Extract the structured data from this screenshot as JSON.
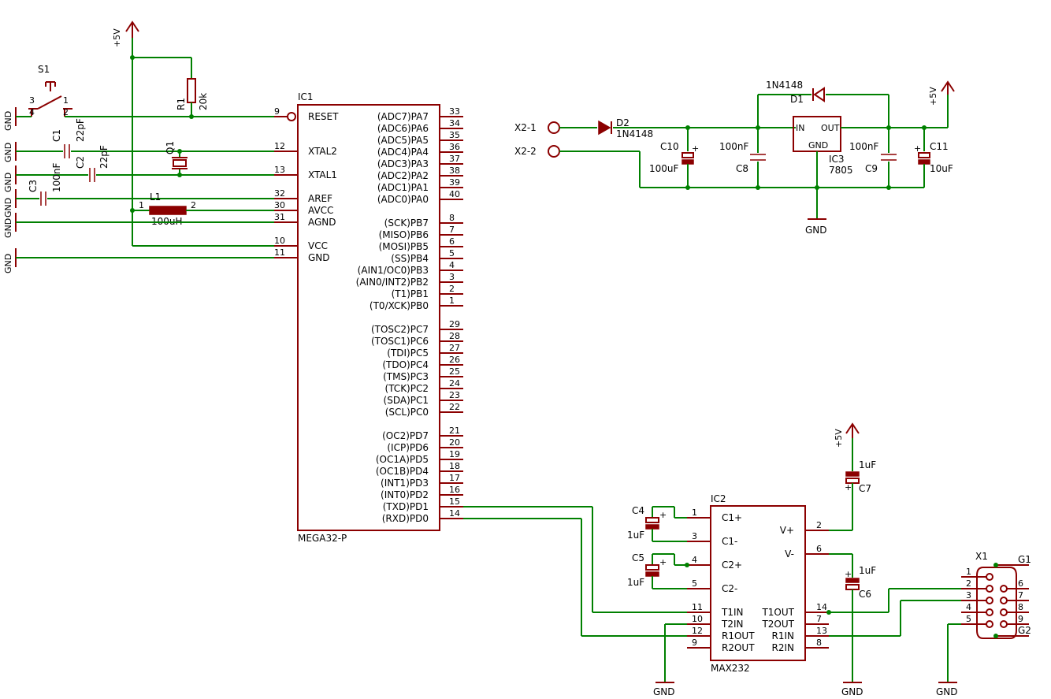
{
  "supply": "+5V",
  "ground": "GND",
  "ic1": {
    "name": "IC1",
    "part": "MEGA32-P",
    "left_pins": [
      {
        "num": "9",
        "label": "RESET"
      },
      {
        "num": "12",
        "label": "XTAL2"
      },
      {
        "num": "13",
        "label": "XTAL1"
      },
      {
        "num": "32",
        "label": "AREF"
      },
      {
        "num": "30",
        "label": "AVCC"
      },
      {
        "num": "31",
        "label": "AGND"
      },
      {
        "num": "10",
        "label": "VCC"
      },
      {
        "num": "11",
        "label": "GND"
      }
    ],
    "right_pins": [
      {
        "num": "33",
        "label": "(ADC7)PA7"
      },
      {
        "num": "34",
        "label": "(ADC6)PA6"
      },
      {
        "num": "35",
        "label": "(ADC5)PA5"
      },
      {
        "num": "36",
        "label": "(ADC4)PA4"
      },
      {
        "num": "37",
        "label": "(ADC3)PA3"
      },
      {
        "num": "38",
        "label": "(ADC2)PA2"
      },
      {
        "num": "39",
        "label": "(ADC1)PA1"
      },
      {
        "num": "40",
        "label": "(ADC0)PA0"
      },
      {
        "num": "8",
        "label": "(SCK)PB7"
      },
      {
        "num": "7",
        "label": "(MISO)PB6"
      },
      {
        "num": "6",
        "label": "(MOSI)PB5"
      },
      {
        "num": "5",
        "label": "(SS)PB4"
      },
      {
        "num": "4",
        "label": "(AIN1/OC0)PB3"
      },
      {
        "num": "3",
        "label": "(AIN0/INT2)PB2"
      },
      {
        "num": "2",
        "label": "(T1)PB1"
      },
      {
        "num": "1",
        "label": "(T0/XCK)PB0"
      },
      {
        "num": "29",
        "label": "(TOSC2)PC7"
      },
      {
        "num": "28",
        "label": "(TOSC1)PC6"
      },
      {
        "num": "27",
        "label": "(TDI)PC5"
      },
      {
        "num": "26",
        "label": "(TDO)PC4"
      },
      {
        "num": "25",
        "label": "(TMS)PC3"
      },
      {
        "num": "24",
        "label": "(TCK)PC2"
      },
      {
        "num": "23",
        "label": "(SDA)PC1"
      },
      {
        "num": "22",
        "label": "(SCL)PC0"
      },
      {
        "num": "21",
        "label": "(OC2)PD7"
      },
      {
        "num": "20",
        "label": "(ICP)PD6"
      },
      {
        "num": "19",
        "label": "(OC1A)PD5"
      },
      {
        "num": "18",
        "label": "(OC1B)PD4"
      },
      {
        "num": "17",
        "label": "(INT1)PD3"
      },
      {
        "num": "16",
        "label": "(INT0)PD2"
      },
      {
        "num": "15",
        "label": "(TXD)PD1"
      },
      {
        "num": "14",
        "label": "(RXD)PD0"
      }
    ]
  },
  "ic2": {
    "name": "IC2",
    "part": "MAX232",
    "left_pins": [
      {
        "num": "1",
        "label": "C1+"
      },
      {
        "num": "3",
        "label": "C1-"
      },
      {
        "num": "4",
        "label": "C2+"
      },
      {
        "num": "5",
        "label": "C2-"
      },
      {
        "num": "11",
        "label": "T1IN"
      },
      {
        "num": "10",
        "label": "T2IN"
      },
      {
        "num": "12",
        "label": "R1OUT"
      },
      {
        "num": "9",
        "label": "R2OUT"
      }
    ],
    "right_pins": [
      {
        "num": "2",
        "label": "V+"
      },
      {
        "num": "6",
        "label": "V-"
      },
      {
        "num": "14",
        "label": "T1OUT"
      },
      {
        "num": "7",
        "label": "T2OUT"
      },
      {
        "num": "13",
        "label": "R1IN"
      },
      {
        "num": "8",
        "label": "R2IN"
      }
    ]
  },
  "ic3": {
    "name": "IC3",
    "part": "7805",
    "in": "IN",
    "out": "OUT",
    "gnd": "GND"
  },
  "s1": {
    "name": "S1",
    "pins": [
      "3",
      "4",
      "1",
      "2"
    ]
  },
  "r1": {
    "name": "R1",
    "value": "20k"
  },
  "q1": {
    "name": "Q1"
  },
  "l1": {
    "name": "L1",
    "value": "100uH",
    "pin1": "1",
    "pin2": "2"
  },
  "c1": {
    "name": "C1",
    "value": "22pF"
  },
  "c2": {
    "name": "C2",
    "value": "22pF"
  },
  "c3": {
    "name": "C3",
    "value": "100nF"
  },
  "c4": {
    "name": "C4",
    "value": "1uF"
  },
  "c5": {
    "name": "C5",
    "value": "1uF"
  },
  "c6": {
    "name": "C6",
    "value": "1uF"
  },
  "c7": {
    "name": "C7",
    "value": "1uF"
  },
  "c8": {
    "name": "C8",
    "value": "100nF"
  },
  "c9": {
    "name": "C9",
    "value": "100nF"
  },
  "c10": {
    "name": "C10",
    "value": "100uF"
  },
  "c11": {
    "name": "C11",
    "value": "10uF"
  },
  "d1": {
    "name": "D1",
    "value": "1N4148"
  },
  "d2": {
    "name": "D2",
    "value": "1N4148"
  },
  "x2": {
    "pin1": "X2-1",
    "pin2": "X2-2"
  },
  "x1": {
    "name": "X1",
    "pins_left": [
      "1",
      "2",
      "3",
      "4",
      "5"
    ],
    "pins_right": [
      "6",
      "7",
      "8",
      "9"
    ],
    "g1": "G1",
    "g2": "G2"
  },
  "plus": "+"
}
